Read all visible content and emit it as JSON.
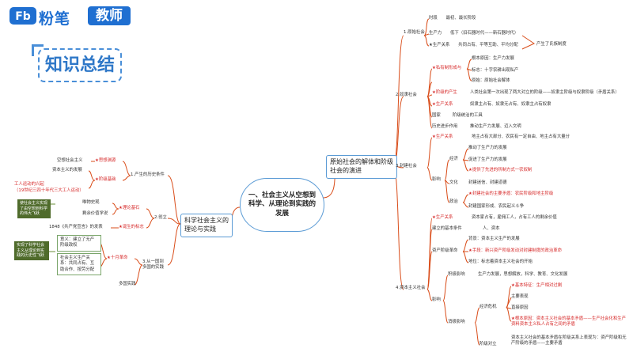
{
  "logo": {
    "brand": "粉笔",
    "badge": "教师",
    "mark_icon": "fenbi-logo-icon"
  },
  "summary_title": "知识总结",
  "center_node": "一、社会主义从空想到科学、从理论到实践的发展",
  "left_branch": {
    "title": "科学社会主义的理论与实践",
    "s1": {
      "label": "1.产生的历史条件",
      "a": "★思想渊源",
      "a1": "空想社会主义",
      "b": "★阶级基础",
      "b1": "资本主义的发展",
      "b2": "工人运动的兴起",
      "b3": "（19世纪三四十年代三大工人运动）"
    },
    "s2": {
      "label": "2.创立",
      "a": "★理论基石",
      "a1": "唯物史观",
      "a2": "剩余价值学说",
      "note": "使社会主义实现了由空想到科学的伟大飞跃",
      "c": "★诞生的标志",
      "c0": "1848《共产党宣言》的发表"
    },
    "s3": {
      "label": "3.从一国到多国的实践",
      "a": "★十月革命",
      "box1": "意义：建立了无产阶级政权",
      "box2": "社会主义生产关系：共同占有、互助合作、按劳分配",
      "note": "实现了科学社会主义从理论到实践的历史性飞跃",
      "b": "多国实践"
    }
  },
  "right_branch": {
    "title": "原始社会的解体和阶级社会的演进",
    "s1": {
      "label": "1.原始社会",
      "r1": "时段　　最初、最长阶段",
      "r2": "生产力　　低下（旧石器时代——新石器时代）",
      "r3": "★生产关系　　共同占有、平等互助、平均分配",
      "r3b": "产生了氏族制度"
    },
    "s2": {
      "label": "2.奴隶社会",
      "a": "★私有制形成与",
      "a1": "根本原因：生产力发展",
      "a2": "标志：十字农耕出现私产",
      "a3": "原始：原始社会解体",
      "b": "★阶级的产生",
      "b1": "人类社会第一次出现了两大对立的阶级——奴隶主阶级与奴隶阶级（矛盾关系）",
      "c": "★生产关系",
      "c1": "奴隶主占有、奴隶无占有、奴隶主占有奴隶",
      "d": "国家",
      "d1": "阶级统治的工具",
      "e": "历史进步作用",
      "e1": "推动生产力发展、迈入文明"
    },
    "s3": {
      "label": "3.封建社会",
      "a": "★生产关系",
      "a1": "地主占有大部分、农民有一定自由、地主占有大量分",
      "g1": "经济",
      "g1a": "推动了生产力的发展",
      "g1b": "促进了生产力的发展",
      "g1c": "★提供了先进的所制方式一农奴制",
      "g2": "文化",
      "g2a": "封建迷信、封建道德",
      "g3": "政治",
      "g3a": "★封建社会的主要矛盾：农民阶级和地主阶级",
      "g3b": "封建国家形成、农民起义斗争",
      "z": "影响"
    },
    "s4": {
      "label": "4.资本主义社会",
      "a": "★生产关系",
      "a1": "资本家占有，雇佣工人，占有工人的剩余价值",
      "b": "建立的基本条件",
      "b1": "人、资本",
      "c": "资产阶级革命",
      "c1": "背景：资本主义生产的发展",
      "c2": "★手段：新兴资产阶级发动对封建制度的政治革命",
      "c3": "地位：标志着资本主义社会的开始",
      "d": "影响",
      "d1": "积极影响",
      "d1a": "生产力发展，思想解放，科学、教育、文化发展",
      "d2": "消极影响",
      "d2a": "经济危机",
      "d2b": "★基本特征：生产相对过剩",
      "d2c": "主要表现",
      "d2d": "直接原因",
      "d2e": "★根本原因：资本主义社会的基本矛盾——生产社会化和生产资料资本主义私人占有之间的矛盾",
      "d3": "阶级对立",
      "d3a": "资本主义社会的基本矛盾在阶级关系上表现为：资产阶级和无产阶级的矛盾——主要矛盾"
    }
  }
}
